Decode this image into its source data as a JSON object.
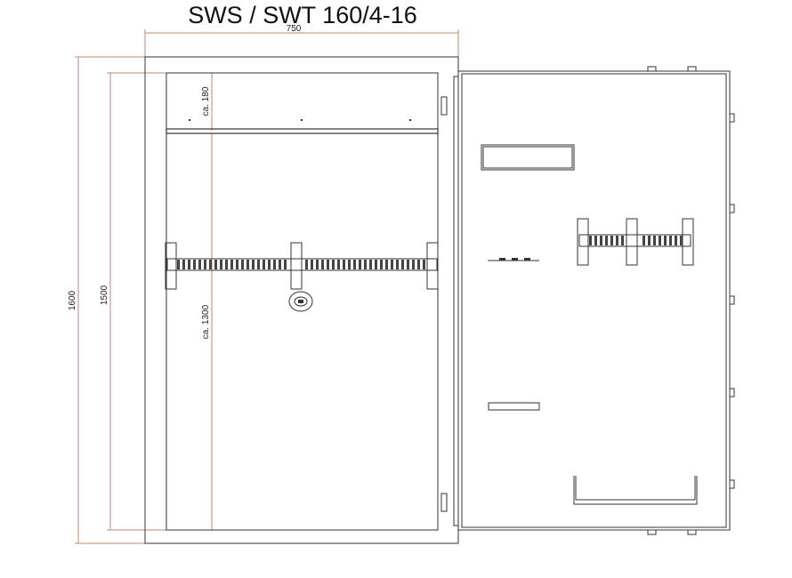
{
  "title": "SWS / SWT 160/4-16",
  "dimensions": {
    "width": "750",
    "height_outer": "1600",
    "height_inner": "1500",
    "top_compartment": "ca. 180",
    "main_compartment": "ca. 1300"
  },
  "colors": {
    "line": "#333333",
    "dimension_line": "#c58a6a"
  }
}
